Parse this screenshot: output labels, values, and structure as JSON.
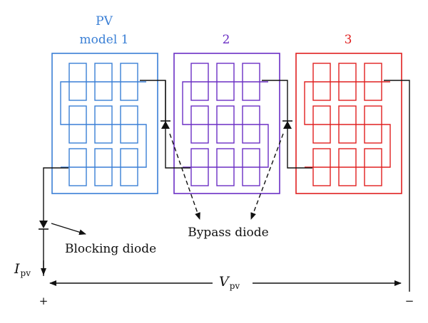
{
  "modules": [
    {
      "label_line1": "PV",
      "label_line2": "model 1",
      "color": "#3a7fd5"
    },
    {
      "label_line1": "",
      "label_line2": "2",
      "color": "#6b2fc4"
    },
    {
      "label_line1": "",
      "label_line2": "3",
      "color": "#e02020"
    }
  ],
  "annotations": {
    "bypass_diode": "Bypass diode",
    "blocking_diode": "Blocking diode"
  },
  "current": {
    "symbol": "I",
    "subscript": "pv"
  },
  "voltage": {
    "symbol": "V",
    "subscript": "pv"
  },
  "terminals": {
    "positive": "+",
    "negative": "−"
  },
  "wire_color": "#111111"
}
